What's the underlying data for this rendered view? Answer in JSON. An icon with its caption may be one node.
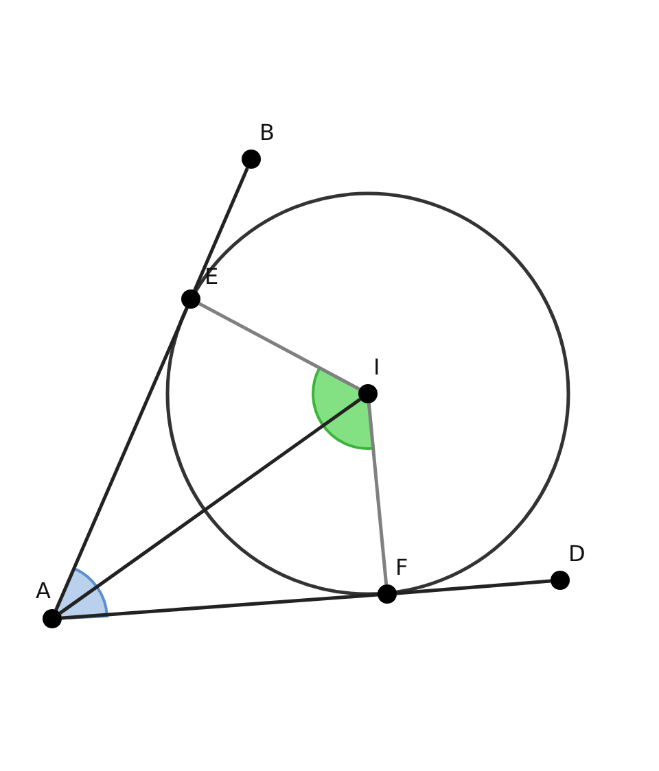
{
  "diagram": {
    "nodes": [
      {
        "text": [
          "A"
        ]
      },
      {
        "text": [
          "B"
        ]
      },
      {
        "text": [
          "E"
        ]
      },
      {
        "text": [
          "I"
        ]
      },
      {
        "text": [
          "F"
        ]
      },
      {
        "text": [
          "D"
        ]
      }
    ],
    "edges": [
      {
        "from": 0,
        "to": 2,
        "arrow": "none"
      },
      {
        "from": 2,
        "to": 1,
        "arrow": "none"
      },
      {
        "from": 0,
        "to": 4,
        "arrow": "none"
      },
      {
        "from": 4,
        "to": 5,
        "arrow": "none"
      },
      {
        "from": 0,
        "to": 3,
        "arrow": "none"
      },
      {
        "from": 3,
        "to": 2,
        "arrow": "none",
        "color": "#808080"
      },
      {
        "from": 3,
        "to": 4,
        "arrow": "none",
        "color": "#808080"
      }
    ]
  }
}
